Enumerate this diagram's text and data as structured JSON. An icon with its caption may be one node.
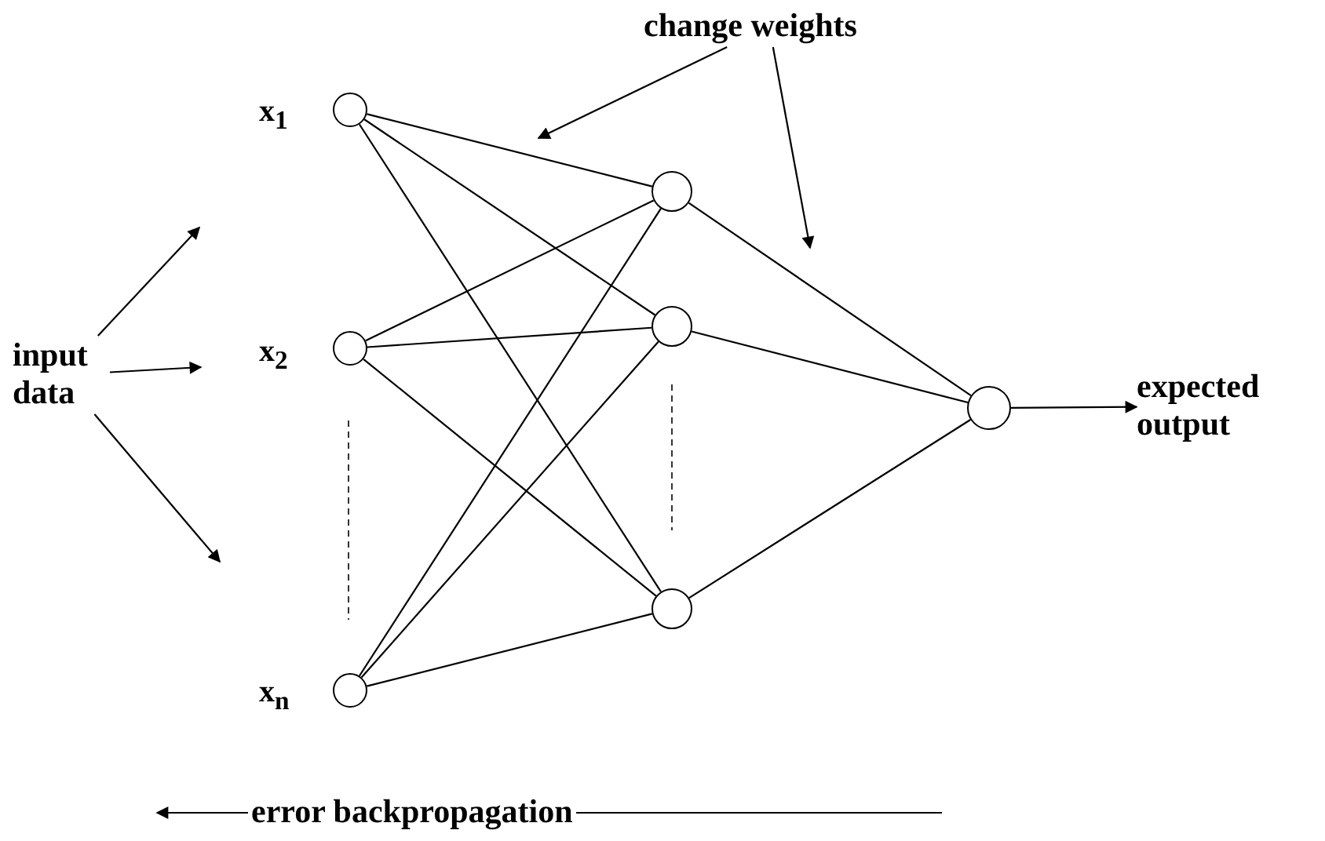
{
  "diagram": {
    "nodes": [
      {
        "text": [
          "input data"
        ]
      },
      {
        "text": [],
        "shape": "circle",
        "beside": [
          "x$_{1}$"
        ]
      },
      {
        "text": [],
        "shape": "circle",
        "beside": [
          "x$_{2}$"
        ]
      },
      {
        "text": [],
        "shape": "circle",
        "beside": [
          "x$_{n}$"
        ]
      },
      {
        "text": [],
        "shape": "circle"
      },
      {
        "text": [],
        "shape": "circle"
      },
      {
        "text": [],
        "shape": "circle"
      },
      {
        "text": [],
        "shape": "circle"
      },
      {
        "text": [
          "expected output"
        ]
      },
      {
        "text": [
          "change weights"
        ]
      }
    ],
    "edges": [
      {
        "from": 0,
        "to": null,
        "arrow": "to"
      },
      {
        "from": 0,
        "to": null,
        "arrow": "to"
      },
      {
        "from": 0,
        "to": null,
        "arrow": "to"
      },
      {
        "from": 1,
        "to": 4,
        "arrow": "none"
      },
      {
        "from": 1,
        "to": 5,
        "arrow": "none"
      },
      {
        "from": 1,
        "to": 6,
        "arrow": "none"
      },
      {
        "from": 2,
        "to": 4,
        "arrow": "none"
      },
      {
        "from": 2,
        "to": 5,
        "arrow": "none"
      },
      {
        "from": 2,
        "to": 6,
        "arrow": "none"
      },
      {
        "from": 3,
        "to": 4,
        "arrow": "none"
      },
      {
        "from": 3,
        "to": 5,
        "arrow": "none"
      },
      {
        "from": 3,
        "to": 6,
        "arrow": "none"
      },
      {
        "from": 4,
        "to": 7,
        "arrow": "none"
      },
      {
        "from": 5,
        "to": 7,
        "arrow": "none"
      },
      {
        "from": 6,
        "to": 7,
        "arrow": "none"
      },
      {
        "from": 7,
        "to": 8,
        "arrow": "to"
      },
      {
        "from": 9,
        "to": null,
        "arrow": "to"
      },
      {
        "from": 9,
        "to": null,
        "arrow": "to"
      }
    ],
    "labels": [
      "error backpropagation"
    ]
  }
}
